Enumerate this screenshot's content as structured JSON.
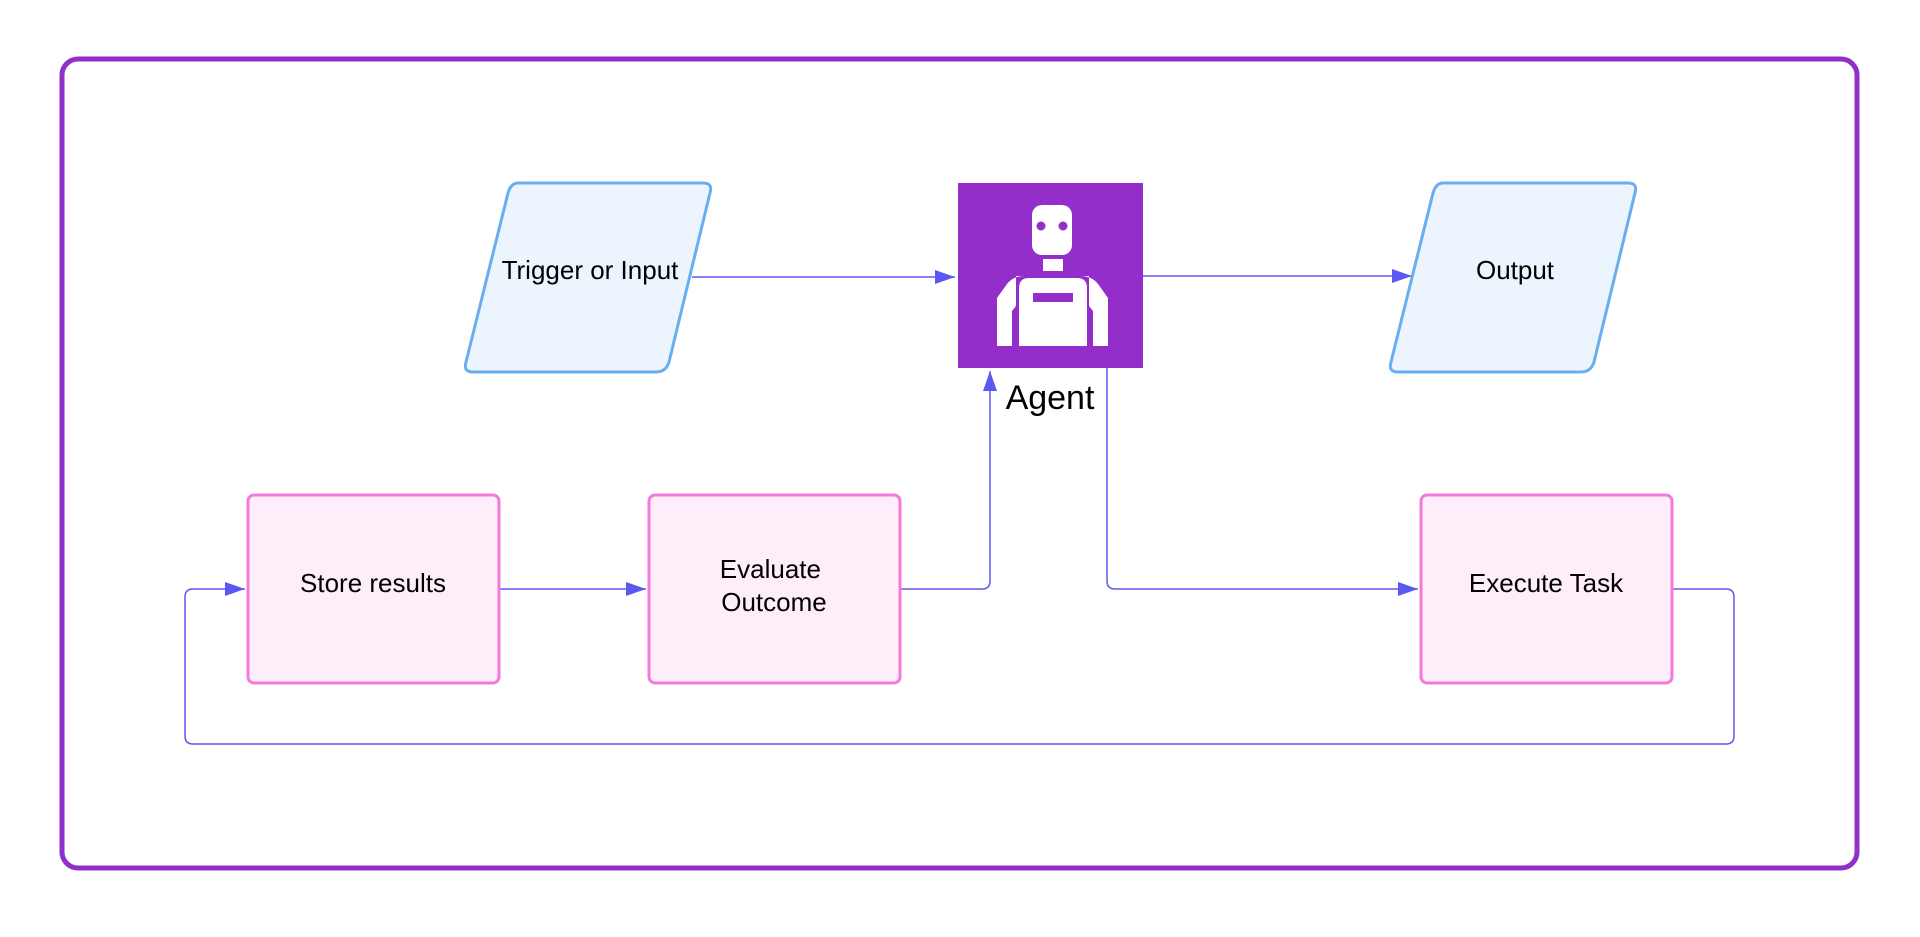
{
  "colors": {
    "frame": "#9030c8",
    "io_stroke": "#6aaef0",
    "io_fill": "#ecf4fd",
    "task_stroke": "#f47ad8",
    "task_fill": "#fdeef9",
    "agent_fill": "#932ecb",
    "agent_icon": "#ffffff",
    "connector": "#5b58f2",
    "text": "#000000"
  },
  "icons": {
    "agent": "robot-icon"
  },
  "nodes": {
    "trigger": {
      "label": "Trigger or Input"
    },
    "agent": {
      "label": "Agent"
    },
    "output": {
      "label": "Output"
    },
    "store": {
      "label": "Store results"
    },
    "evaluate": {
      "label_line1": "Evaluate",
      "label_line2": "Outcome"
    },
    "execute": {
      "label": "Execute Task"
    }
  }
}
